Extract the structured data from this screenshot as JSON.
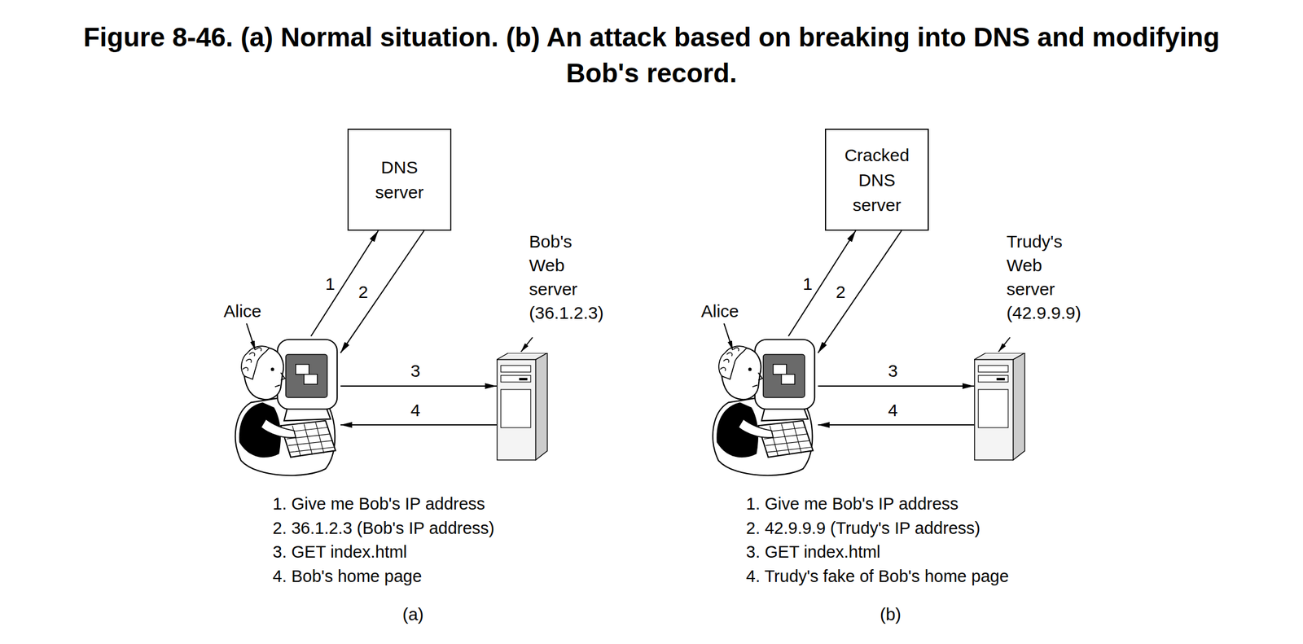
{
  "diagram": {
    "title": "Figure 8-46. (a) Normal situation. (b) An attack based on breaking into DNS and modifying Bob's record.",
    "nodes": [
      {
        "text": [
          "DNS server"
        ]
      },
      {
        "text": [
          "Alice"
        ]
      },
      {
        "text": [
          "Bob's Web server (36.1.2.3)"
        ]
      },
      {
        "text": [
          "Cracked DNS server"
        ]
      },
      {
        "text": [
          "Alice"
        ]
      },
      {
        "text": [
          "Trudy's Web server (42.9.9.9)"
        ]
      }
    ],
    "edges": [
      {
        "from": 1,
        "to": 0,
        "label": "1",
        "arrow": "to"
      },
      {
        "from": 0,
        "to": 1,
        "label": "2",
        "arrow": "to"
      },
      {
        "from": 1,
        "to": 2,
        "label": "3",
        "arrow": "to"
      },
      {
        "from": 2,
        "to": 1,
        "label": "4",
        "arrow": "to"
      },
      {
        "from": 4,
        "to": 3,
        "label": "1",
        "arrow": "to"
      },
      {
        "from": 3,
        "to": 4,
        "label": "2",
        "arrow": "to"
      },
      {
        "from": 4,
        "to": 5,
        "label": "3",
        "arrow": "to"
      },
      {
        "from": 5,
        "to": 4,
        "label": "4",
        "arrow": "to"
      }
    ],
    "labels": [
      "1. Give me Bob's IP address",
      "2. 36.1.2.3 (Bob's IP address)",
      "3. GET index.html",
      "4. Bob's home page",
      "(a)",
      "1. Give me Bob's IP address",
      "2. 42.9.9.9 (Trudy's IP address)",
      "3. GET index.html",
      "4. Trudy's fake of Bob's home page",
      "(b)"
    ]
  }
}
